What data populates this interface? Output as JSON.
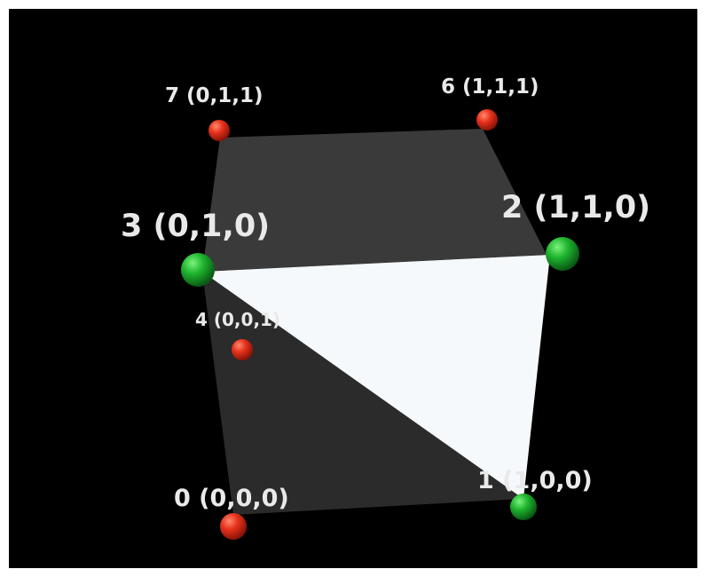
{
  "colors": {
    "background": "#000000",
    "frame": "#ffffff",
    "face_dark": "#303030",
    "face_top": "#383838",
    "triangle": "#f6f9fb",
    "vertex_default": "#e03020",
    "vertex_highlight": "#18b830"
  },
  "vertices": [
    {
      "id": 0,
      "label": "0 (0,0,0)",
      "coords": [
        0,
        0,
        0
      ],
      "color": "red",
      "highlighted": false
    },
    {
      "id": 1,
      "label": "1 (1,0,0)",
      "coords": [
        1,
        0,
        0
      ],
      "color": "green",
      "highlighted": true
    },
    {
      "id": 2,
      "label": "2 (1,1,0)",
      "coords": [
        1,
        1,
        0
      ],
      "color": "green",
      "highlighted": true
    },
    {
      "id": 3,
      "label": "3 (0,1,0)",
      "coords": [
        0,
        1,
        0
      ],
      "color": "green",
      "highlighted": true
    },
    {
      "id": 4,
      "label": "4 (0,0,1)",
      "coords": [
        0,
        0,
        1
      ],
      "color": "red",
      "highlighted": false
    },
    {
      "id": 6,
      "label": "6 (1,1,1)",
      "coords": [
        1,
        1,
        1
      ],
      "color": "red",
      "highlighted": false
    },
    {
      "id": 7,
      "label": "7 (0,1,1)",
      "coords": [
        0,
        1,
        1
      ],
      "color": "red",
      "highlighted": false
    }
  ],
  "highlighted_triangle": [
    3,
    2,
    1
  ]
}
